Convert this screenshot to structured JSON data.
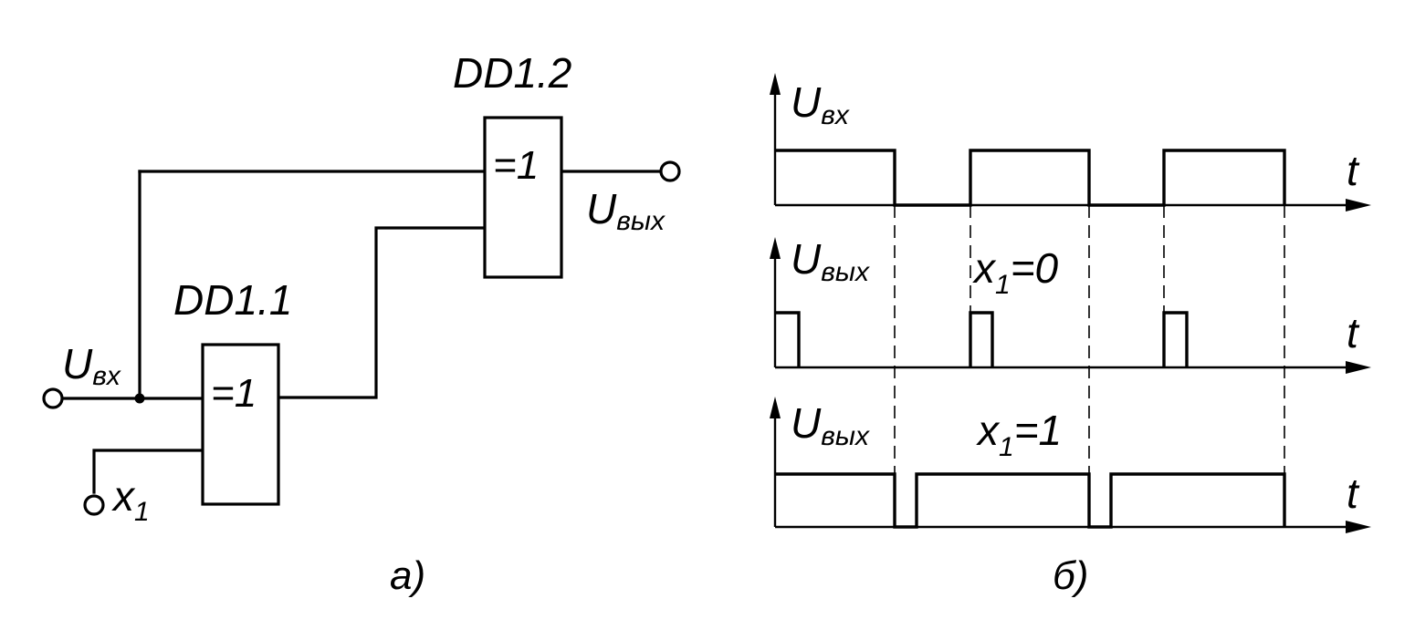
{
  "schematic": {
    "gate1": {
      "name": "DD1.1",
      "symbol": "=1"
    },
    "gate2": {
      "name": "DD1.2",
      "symbol": "=1"
    },
    "input": {
      "main": "U",
      "sub": "вх"
    },
    "output": {
      "main": "U",
      "sub": "вых"
    },
    "control": {
      "main": "x",
      "sub": "1"
    },
    "caption": "а)"
  },
  "timing": {
    "caption": "б)",
    "axis_label": "t",
    "rows": [
      {
        "id": "input",
        "label_main": "U",
        "label_sub": "вх",
        "note": null
      },
      {
        "id": "out_x0",
        "label_main": "U",
        "label_sub": "вых",
        "note": {
          "main": "x",
          "sub": "1",
          "rest": "=0"
        }
      },
      {
        "id": "out_x1",
        "label_main": "U",
        "label_sub": "вых",
        "note": {
          "main": "x",
          "sub": "1",
          "rest": "=1"
        }
      }
    ]
  }
}
